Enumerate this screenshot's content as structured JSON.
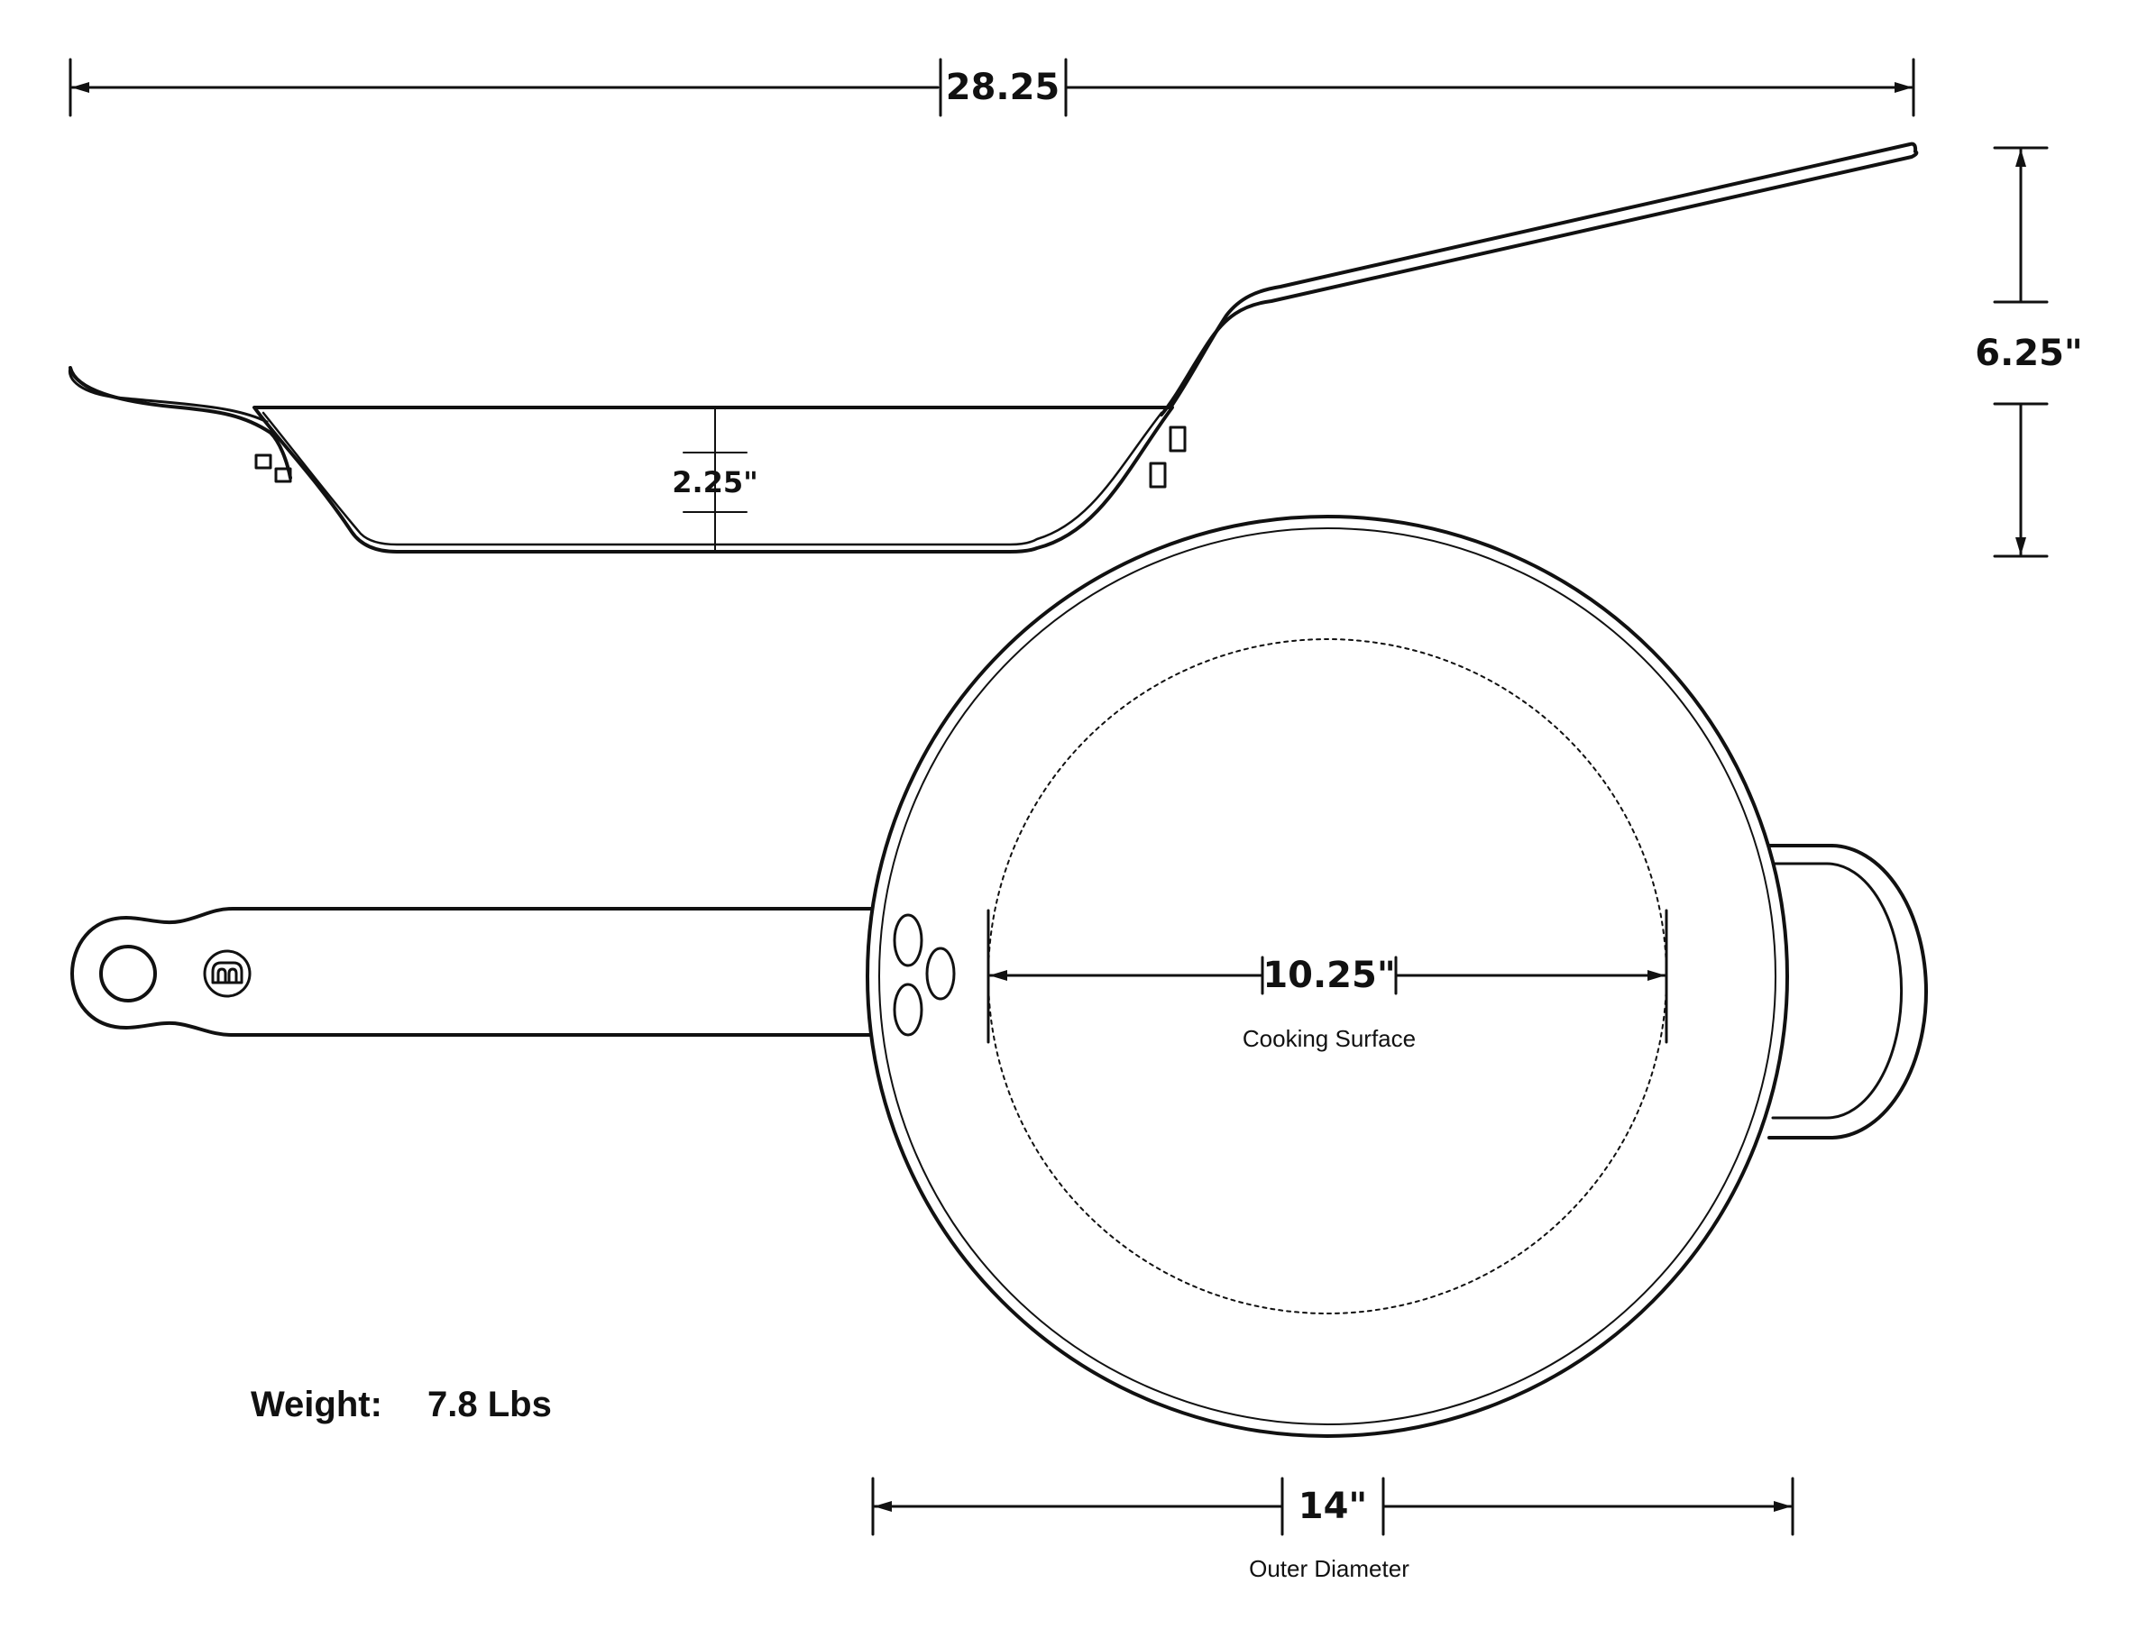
{
  "dimensions": {
    "overall_length": "28.25",
    "height": "6.25\"",
    "depth": "2.25\"",
    "cooking_surface": "10.25\"",
    "outer_diameter": "14\""
  },
  "captions": {
    "cooking_surface": "Cooking Surface",
    "outer_diameter": "Outer Diameter"
  },
  "weight": {
    "label": "Weight:",
    "value": "7.8 Lbs"
  },
  "icons": {
    "handle_logo": "maker-logo-icon"
  },
  "colors": {
    "line": "#111111",
    "background": "#ffffff"
  }
}
